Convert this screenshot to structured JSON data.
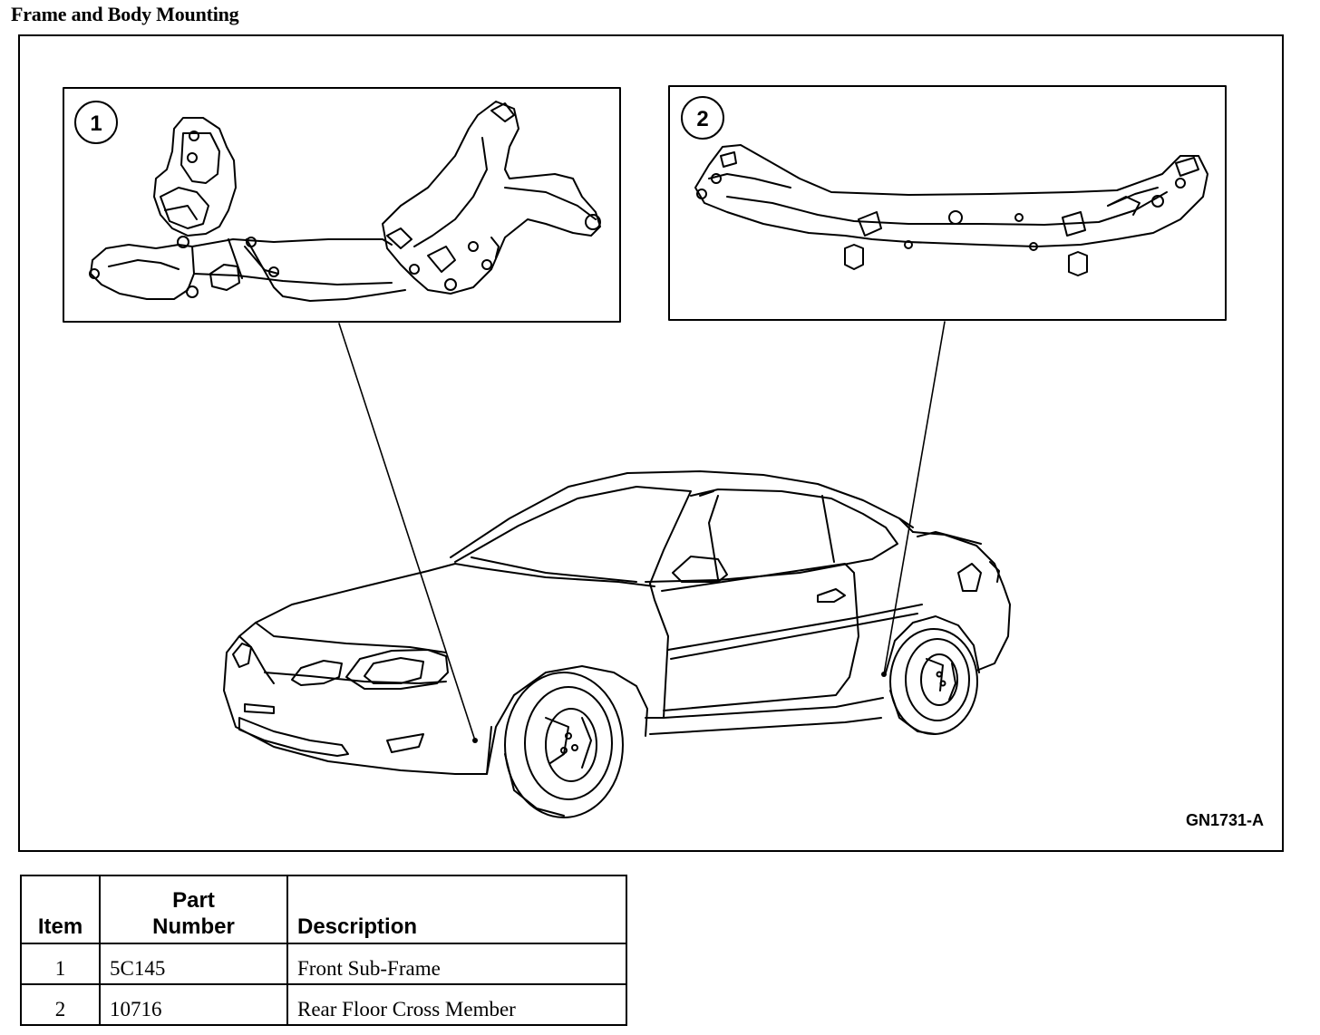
{
  "page": {
    "title": "Frame and Body Mounting"
  },
  "figure": {
    "code": "GN1731-A",
    "callouts": [
      {
        "number": "1"
      },
      {
        "number": "2"
      }
    ]
  },
  "parts_table": {
    "headers": {
      "item": "Item",
      "part_line1": "Part",
      "part_line2": "Number",
      "description": "Description"
    },
    "rows": [
      {
        "item": "1",
        "part_number": "5C145",
        "description": "Front Sub-Frame"
      },
      {
        "item": "2",
        "part_number": "10716",
        "description": "Rear Floor Cross Member"
      }
    ]
  }
}
